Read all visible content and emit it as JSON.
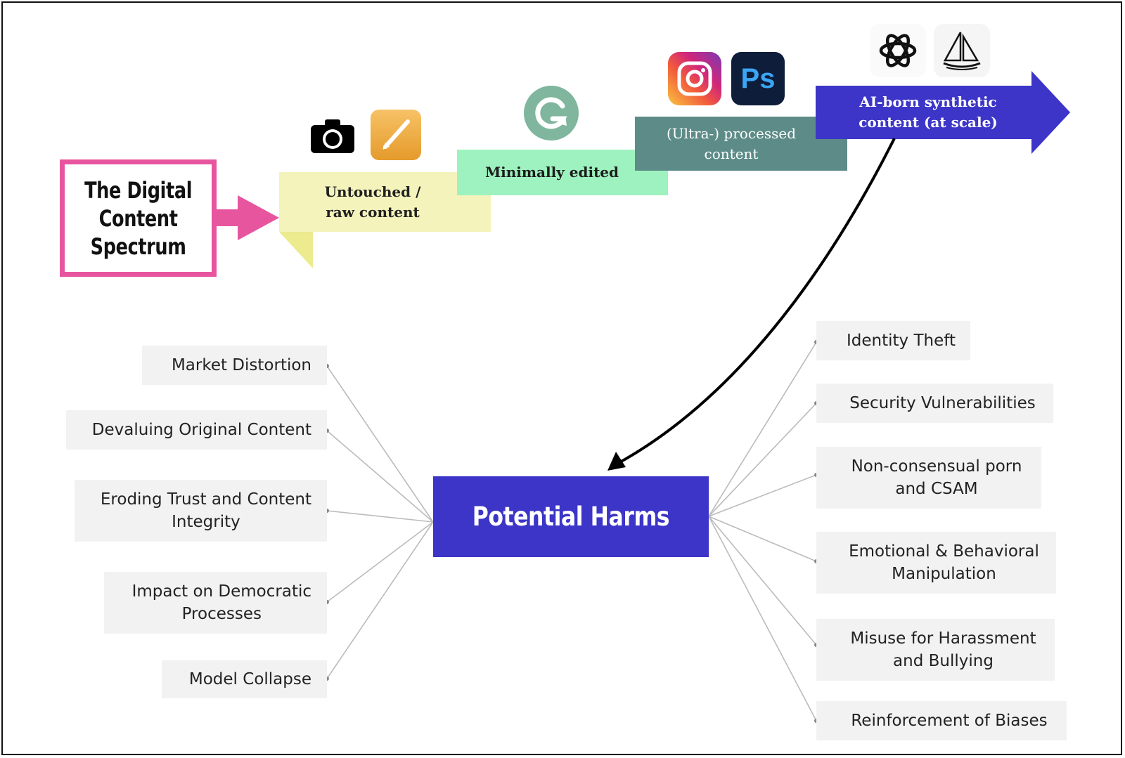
{
  "title": "The Digital\nContent\nSpectrum",
  "stages": [
    {
      "label": "Untouched /\nraw content",
      "color": "#f4f3bc"
    },
    {
      "label": "Minimally edited",
      "color": "#9ef2bf"
    },
    {
      "label": "(Ultra-) processed\ncontent",
      "color": "#5d8c88"
    },
    {
      "label": "AI-born synthetic\ncontent (at scale)",
      "color": "#3c35c8"
    }
  ],
  "icons": [
    "camera-icon",
    "pages-pen-icon",
    "grammarly-icon",
    "instagram-icon",
    "photoshop-icon",
    "openai-icon",
    "midjourney-sailboat-icon"
  ],
  "photoshop_text": "Ps",
  "center": "Potential Harms",
  "harms_left": [
    "Market Distortion",
    "Devaluing Original Content",
    "Eroding Trust and Content\nIntegrity",
    "Impact on Democratic\nProcesses",
    "Model Collapse"
  ],
  "harms_right": [
    "Identity Theft",
    "Security Vulnerabilities",
    "Non-consensual porn\nand CSAM",
    "Emotional & Behavioral\nManipulation",
    "Misuse for Harassment\nand Bullying",
    "Reinforcement of Biases"
  ],
  "colors": {
    "pink": "#e8559f",
    "indigo": "#3c35c8",
    "connector": "#bbbbbb"
  }
}
